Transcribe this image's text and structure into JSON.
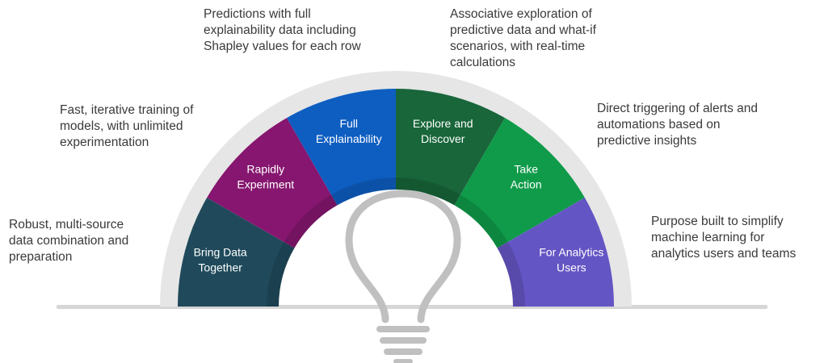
{
  "colors": {
    "ring": "#e6e6e6",
    "base_line": "#d6d6d6",
    "bulb": "#c0c0c0"
  },
  "segments": [
    {
      "id": "bring-data-together",
      "label_lines": [
        "Bring Data",
        "Together"
      ],
      "color": "#204a5b"
    },
    {
      "id": "rapidly-experiment",
      "label_lines": [
        "Rapidly",
        "Experiment"
      ],
      "color": "#86166f"
    },
    {
      "id": "full-explainability",
      "label_lines": [
        "Full",
        "Explainability"
      ],
      "color": "#0e5ec1"
    },
    {
      "id": "explore-and-discover",
      "label_lines": [
        "Explore and",
        "Discover"
      ],
      "color": "#18663a"
    },
    {
      "id": "take-action",
      "label_lines": [
        "Take",
        "Action"
      ],
      "color": "#0f9b49"
    },
    {
      "id": "for-analytics-users",
      "label_lines": [
        "For Analytics",
        "Users"
      ],
      "color": "#6455c4"
    }
  ],
  "descriptions": {
    "bring_data": [
      "Robust, multi-source",
      "data combination and",
      "preparation"
    ],
    "experiment": [
      "Fast, iterative training of",
      "models, with unlimited",
      "experimentation"
    ],
    "explainability": [
      "Predictions with full",
      "explainability data including",
      "Shapley values for each row"
    ],
    "explore": [
      "Associative exploration of",
      "predictive data and what-if",
      "scenarios, with real-time",
      "calculations"
    ],
    "action": [
      "Direct triggering of alerts and",
      "automations based on",
      "predictive insights"
    ],
    "users": [
      "Purpose built to simplify",
      "machine learning for",
      "analytics users and teams"
    ]
  }
}
